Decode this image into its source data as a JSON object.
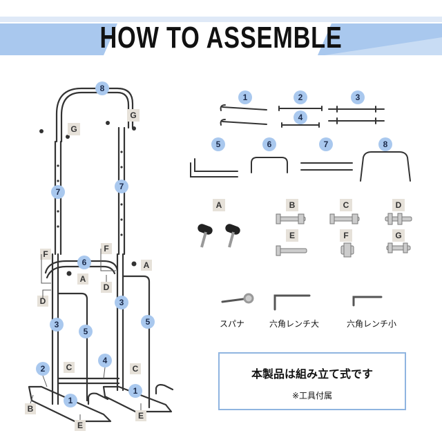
{
  "title": "HOW TO ASSEMBLE",
  "accent_color": "#a9c8ee",
  "frame_labels": {
    "n8": "8",
    "g_left": "G",
    "g_right": "G",
    "n7_left": "7",
    "n7_right": "7",
    "f_left": "F",
    "f_right": "F",
    "n6": "6",
    "a_left": "A",
    "a_right": "A",
    "d_left": "D",
    "d_right": "D",
    "n3_left": "3",
    "n3_right": "3",
    "n5_left": "5",
    "n5_right": "5",
    "c_left": "C",
    "c_right": "C",
    "n4": "4",
    "n2": "2",
    "n1_left": "1",
    "n1_right": "1",
    "b": "B",
    "e_left": "E",
    "e_right": "E"
  },
  "parts": [
    "1",
    "2",
    "3",
    "4",
    "5",
    "6",
    "7",
    "8"
  ],
  "hardware": [
    "A",
    "B",
    "C",
    "D",
    "E",
    "F",
    "G"
  ],
  "tools": {
    "spanner": "スパナ",
    "large_hex_wrench": "六角レンチ大",
    "small_hex_wrench": "六角レンチ小"
  },
  "note": {
    "main": "本製品は組み立て式です",
    "sub": "※工具付属"
  }
}
